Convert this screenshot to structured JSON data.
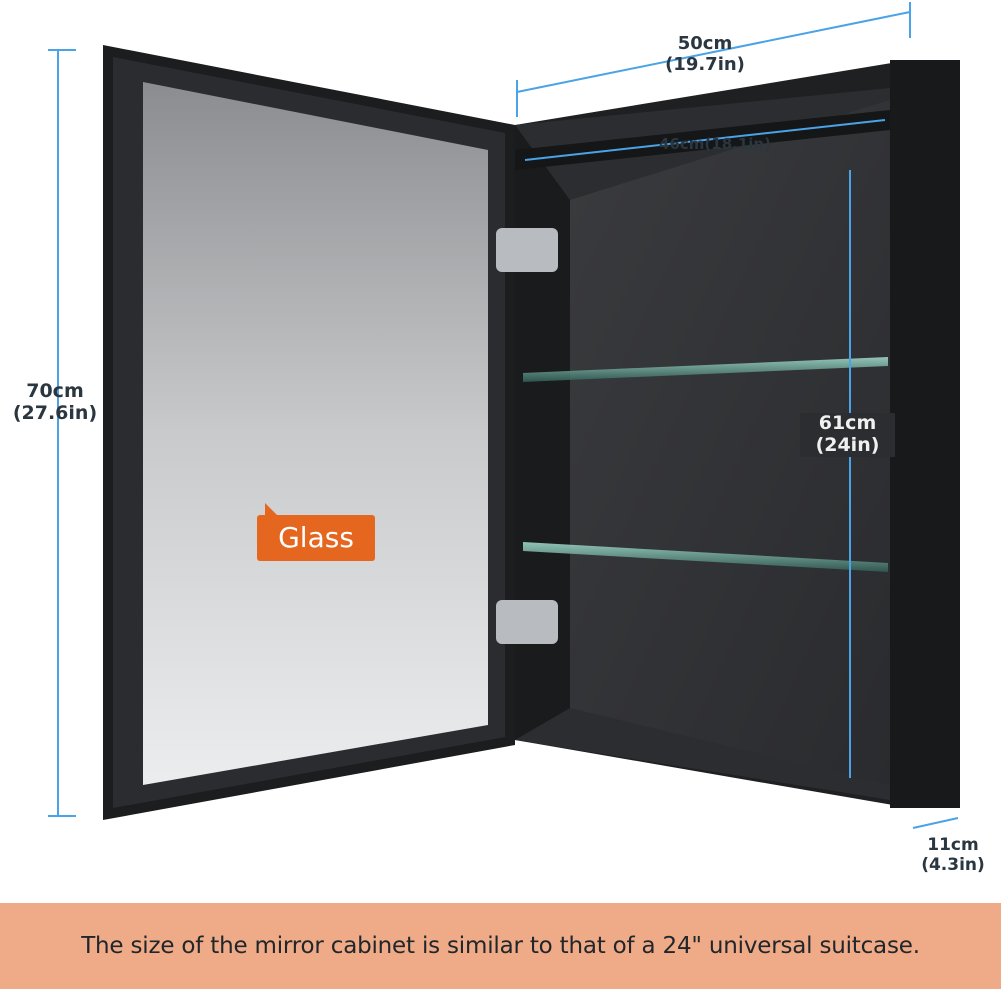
{
  "dimensions": {
    "width_total": "50cm",
    "width_total_in": "(19.7in)",
    "width_inner": "46cm(18.1in)",
    "height_total": "70cm",
    "height_total_in": "(27.6in)",
    "height_inner": "61cm",
    "height_inner_in": "(24in)",
    "depth": "11cm",
    "depth_in": "(4.3in)"
  },
  "callout": {
    "material": "Glass"
  },
  "caption": "The size of the mirror cabinet is similar to that of a 24\" universal suitcase.",
  "colors": {
    "dimension_line": "#4aa3e6",
    "callout_bg": "#e5661e",
    "banner_bg": "#efab87",
    "cabinet_body": "#2b2d30"
  }
}
